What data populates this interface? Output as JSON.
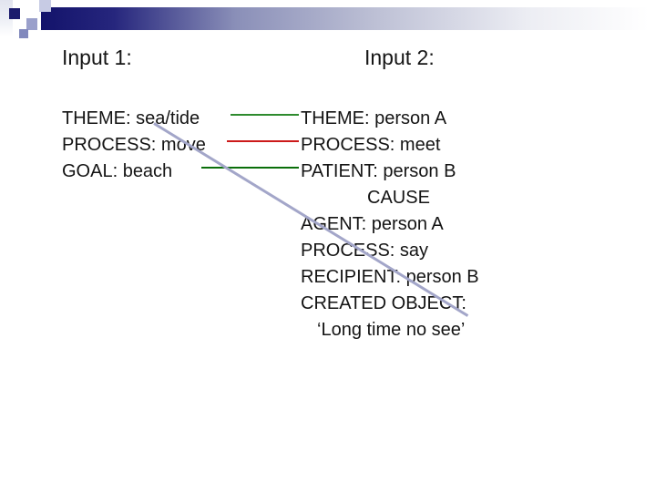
{
  "slide": {
    "banner": {
      "bar_gradient_start": "#13136b",
      "bar_gradient_end": "#ffffff",
      "square_colors": [
        "#1b1b6d",
        "#c7cbe4",
        "#9aa0cb",
        "#8289bd"
      ]
    },
    "columns": {
      "input1": {
        "title": "Input 1:",
        "lines": [
          "THEME: sea/tide",
          "PROCESS: move",
          "GOAL: beach"
        ]
      },
      "input2": {
        "title": "Input 2:",
        "lines": [
          "THEME: person A",
          "PROCESS: meet",
          "PATIENT: person B",
          "CAUSE",
          "AGENT: person A",
          "PROCESS: say",
          "RECIPIENT: person B",
          "CREATED OBJECT:",
          "‘Long time no see’"
        ]
      }
    },
    "connectors": [
      {
        "from": "THEME: sea/tide",
        "to": "THEME: person A",
        "color": "#2e8b2e"
      },
      {
        "from": "PROCESS: move",
        "to": "PROCESS: meet",
        "color": "#cc1a1a"
      },
      {
        "from": "GOAL: beach",
        "to": "PATIENT: person B",
        "color": "#0a6e0a"
      }
    ],
    "diagonal_line": {
      "color": "#a3a6c9"
    }
  }
}
